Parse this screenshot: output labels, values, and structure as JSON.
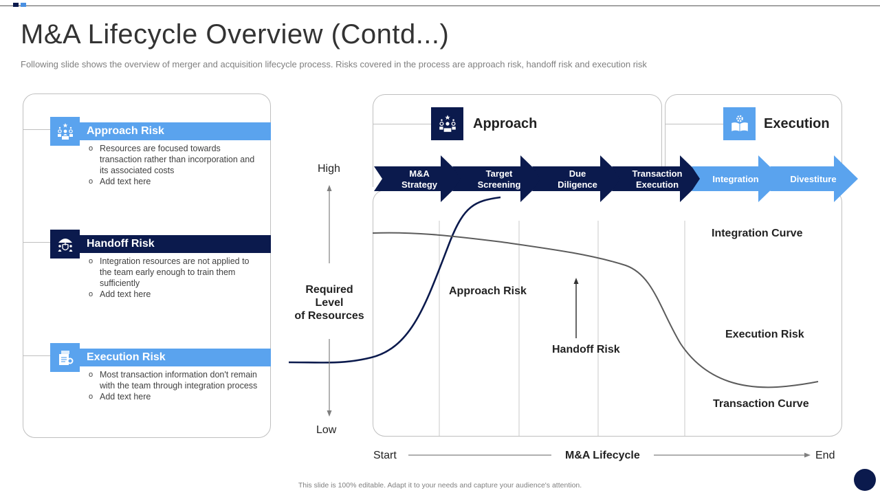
{
  "title": "M&A Lifecycle Overview (Contd...)",
  "subtitle": "Following slide shows the overview  of merger and acquisition lifecycle process. Risks covered  in the process are approach risk, handoff risk and execution risk",
  "risks": [
    {
      "name": "Approach Risk",
      "icon": "people-network-icon",
      "bullets": [
        "Resources are focused towards transaction rather than incorporation and its associated costs",
        "Add text here"
      ]
    },
    {
      "name": "Handoff Risk",
      "icon": "umbrella-shield-icon",
      "bullets": [
        "Integration resources are not applied to the team early enough to train them sufficiently",
        "Add text here"
      ]
    },
    {
      "name": "Execution Risk",
      "icon": "document-gear-icon",
      "bullets": [
        "Most transaction information don't remain with the team through integration process",
        "Add text here"
      ]
    }
  ],
  "phases": {
    "approach": {
      "label": "Approach",
      "icon": "people-network-icon"
    },
    "execution": {
      "label": "Execution",
      "icon": "book-gear-icon"
    }
  },
  "steps": [
    {
      "label": "M&A\nStrategy",
      "phase": "approach"
    },
    {
      "label": "Target\nScreening",
      "phase": "approach"
    },
    {
      "label": "Due\nDiligence",
      "phase": "approach"
    },
    {
      "label": "Transaction\nExecution",
      "phase": "approach"
    },
    {
      "label": "Integration",
      "phase": "execution"
    },
    {
      "label": "Divestiture",
      "phase": "execution"
    }
  ],
  "axis": {
    "high": "High",
    "low": "Low",
    "resources": "Required\nLevel\nof Resources",
    "start": "Start",
    "lifecycle": "M&A Lifecycle",
    "end": "End"
  },
  "chart_labels": {
    "integration_curve": "Integration Curve",
    "approach_risk": "Approach Risk",
    "handoff_risk": "Handoff Risk",
    "execution_risk": "Execution Risk",
    "transaction_curve": "Transaction Curve"
  },
  "footer": "This slide is 100% editable. Adapt it to your needs and capture your audience's attention.",
  "colors": {
    "dark_navy": "#0b1a4d",
    "light_blue": "#5aa3ee",
    "border_gray": "#bfbfbf"
  }
}
